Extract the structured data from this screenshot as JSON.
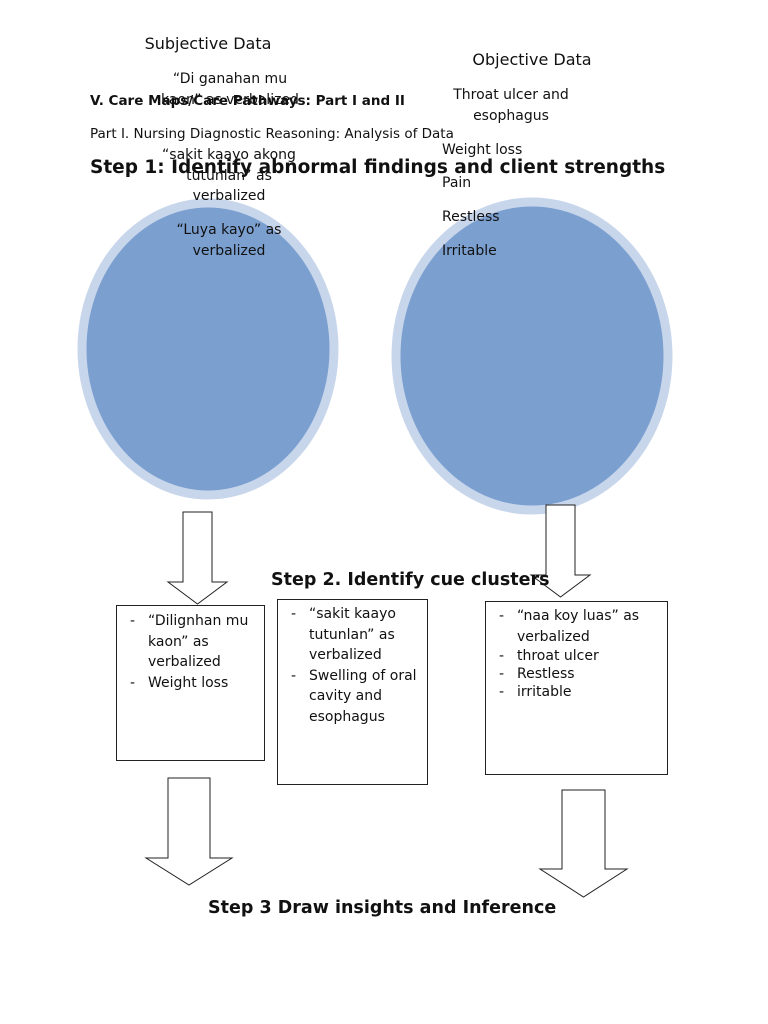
{
  "step1_headers": {
    "subjective": "Subjective Data",
    "objective": "Objective Data"
  },
  "subjective_data": [
    "“Di ganahan mu kaon” as verbalized",
    "“sakit kaayo akong tutunlan” as verbalized",
    "“Luya kayo” as verbalized"
  ],
  "objective_data": [
    "Throat ulcer and esophagus",
    "Weight loss",
    "Pain",
    "Restless",
    "Irritable"
  ],
  "headings": {
    "care_maps": "V. Care Maps/Care Pathways: Part I and II",
    "part_one": "Part I. Nursing Diagnostic Reasoning: Analysis of Data",
    "step1": "Step 1: Identify abnormal findings and client strengths",
    "step2": "Step 2. Identify cue clusters",
    "step3": "Step 3 Draw insights and Inference"
  },
  "cue_clusters": [
    [
      "“Dilignhan mu kaon” as verbalized",
      "Weight loss"
    ],
    [
      "“sakit kaayo tutunlan” as verbalized",
      "Swelling of oral cavity and esophagus"
    ],
    [
      "“naa koy luas” as verbalized",
      "throat ulcer",
      "Restless",
      "irritable"
    ]
  ],
  "colors": {
    "ellipse_fill": "#7B9FCF",
    "ellipse_border": "#C8D6EC",
    "outline": "#222222"
  }
}
